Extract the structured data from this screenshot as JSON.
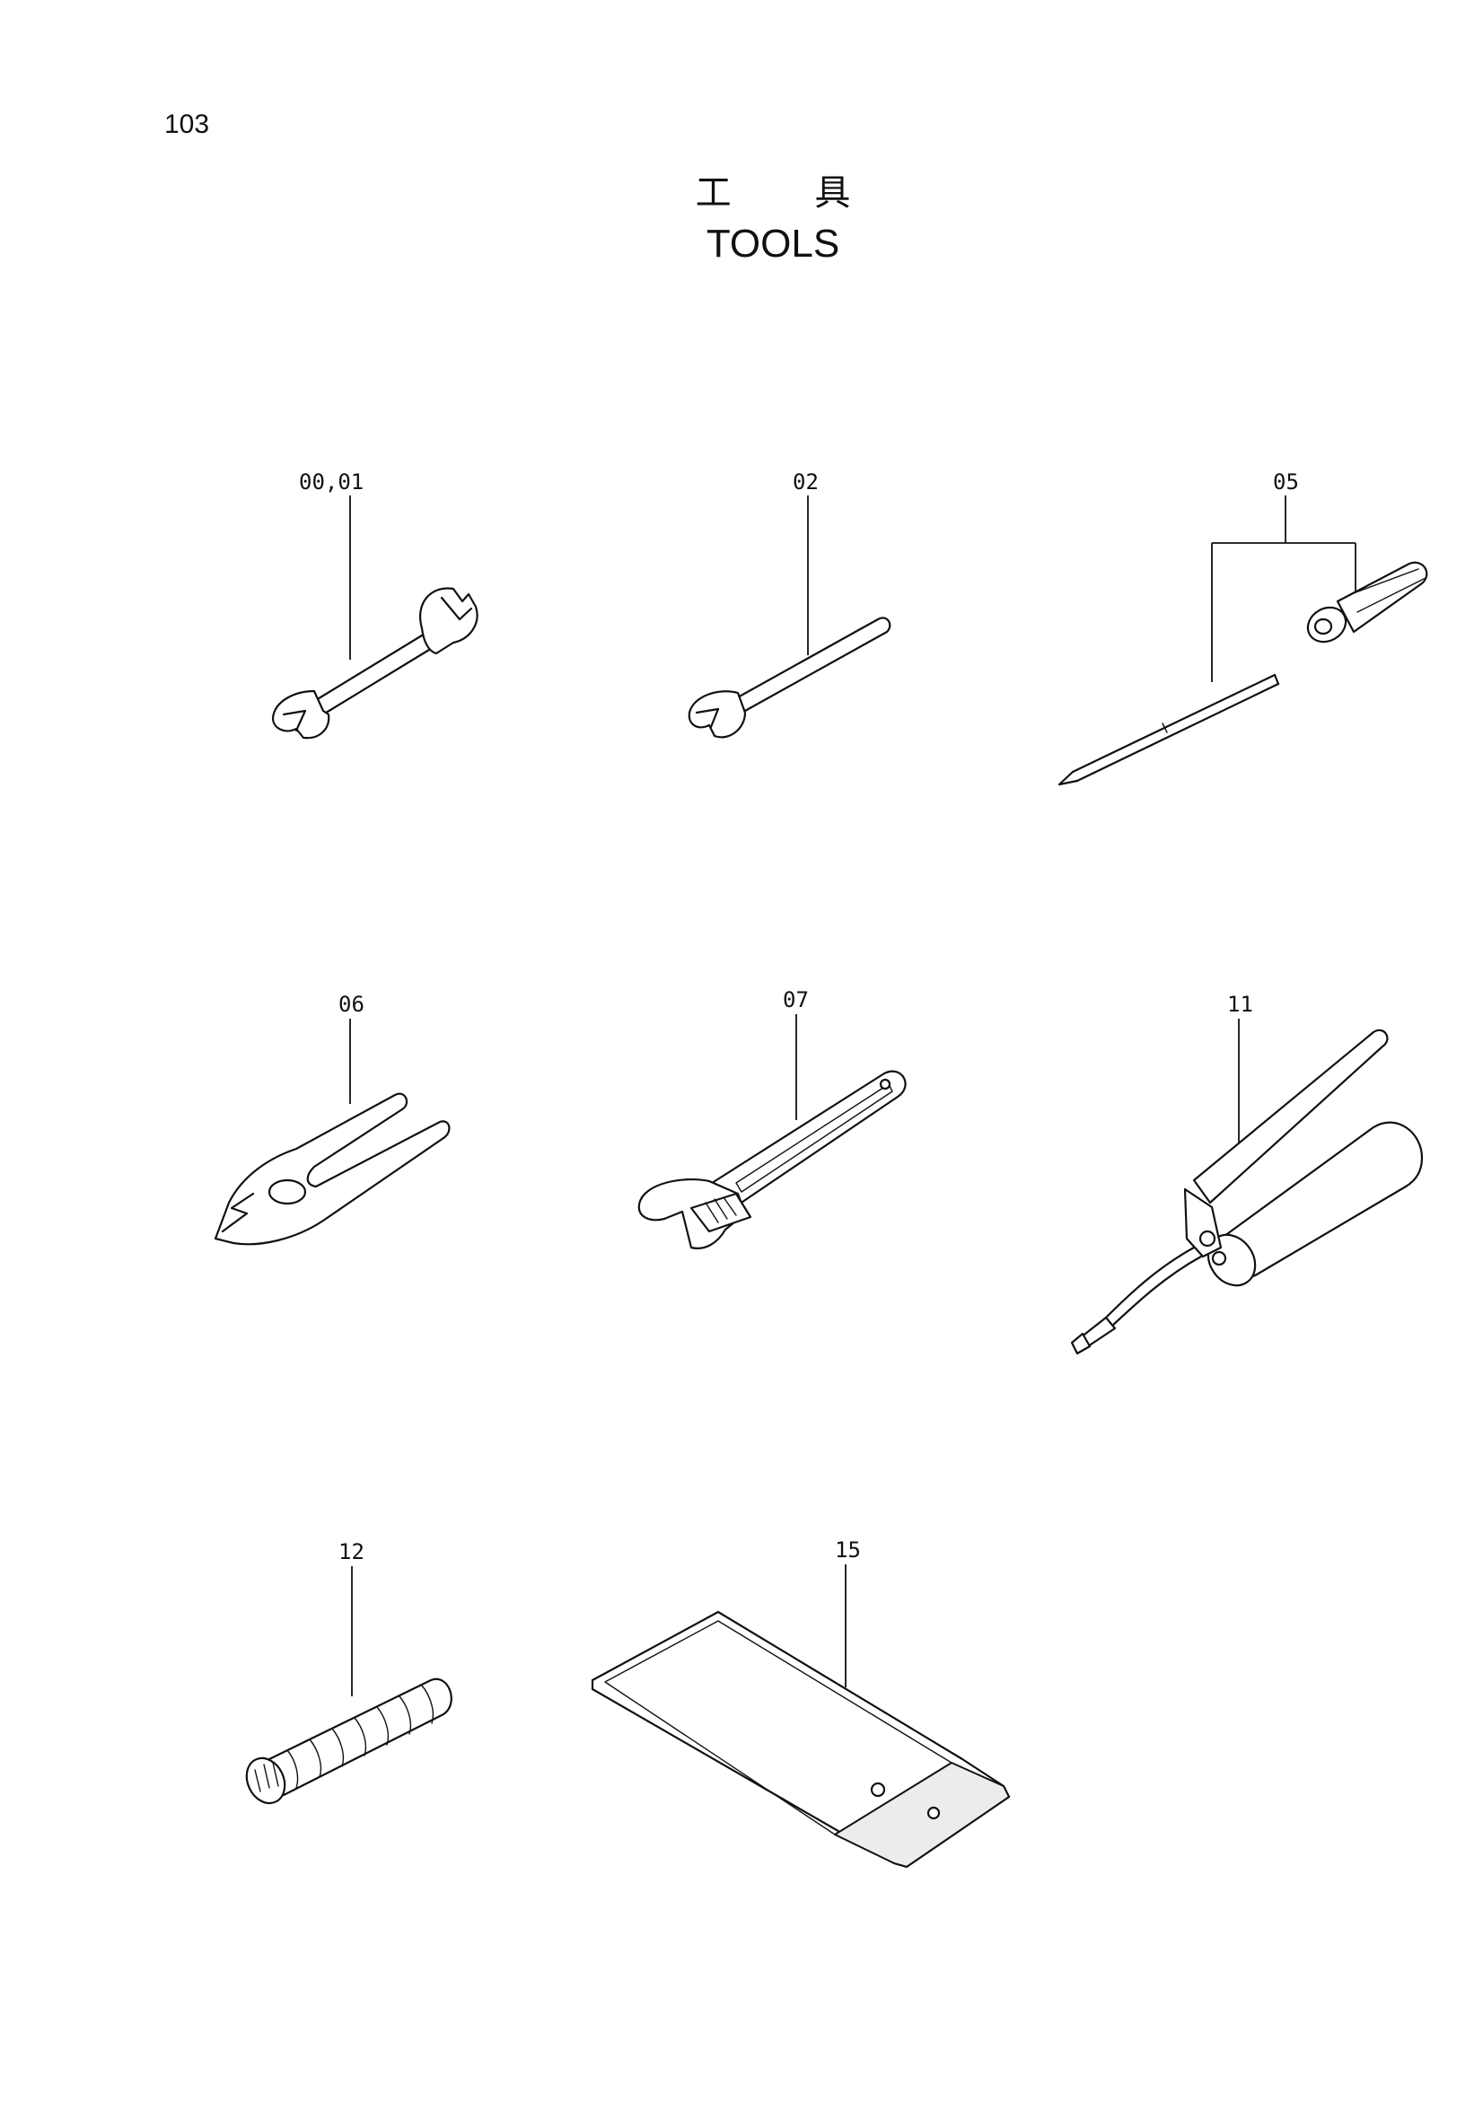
{
  "page": {
    "number": "103",
    "title_jp": "工 具",
    "title_en": "TOOLS"
  },
  "callouts": [
    {
      "id": "wrench-double",
      "label": "00,01"
    },
    {
      "id": "wrench-single",
      "label": "02"
    },
    {
      "id": "screwdriver",
      "label": "05"
    },
    {
      "id": "pliers",
      "label": "06"
    },
    {
      "id": "adjustable-wrench",
      "label": "07"
    },
    {
      "id": "grease-gun",
      "label": "11"
    },
    {
      "id": "grease-cartridge",
      "label": "12"
    },
    {
      "id": "tool-bag",
      "label": "15"
    }
  ],
  "colors": {
    "ink": "#111111",
    "paper": "#ffffff"
  }
}
